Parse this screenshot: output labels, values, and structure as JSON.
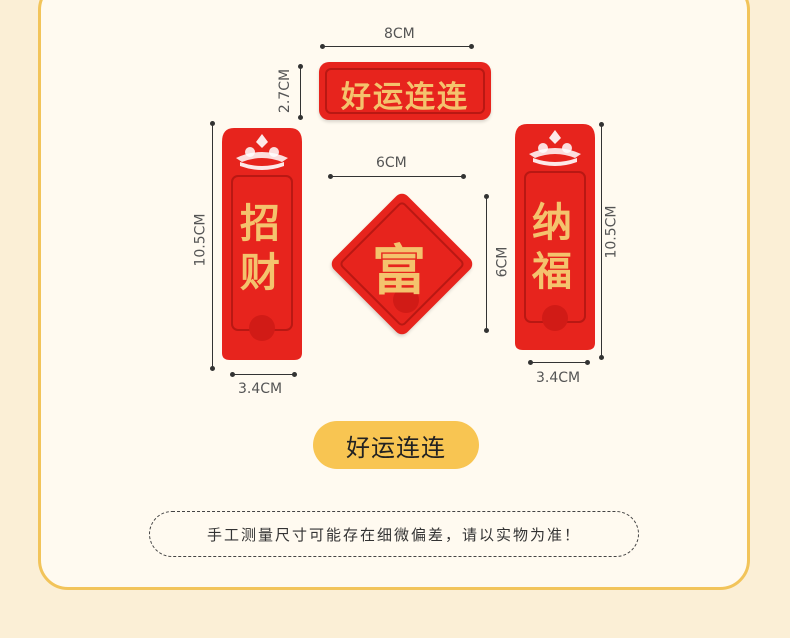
{
  "dimensions": {
    "top_width": "8CM",
    "top_height": "2.7CM",
    "center_width": "6CM",
    "center_height": "6CM",
    "left_height": "10.5CM",
    "left_width": "3.4CM",
    "right_height": "10.5CM",
    "right_width": "3.4CM"
  },
  "plaques": {
    "top_text": "好运连连",
    "left_line1": "招",
    "left_line2": "财",
    "center_text": "富",
    "right_line1": "纳",
    "right_line2": "福"
  },
  "badge_label": "好运连连",
  "note_text": "手工测量尺寸可能存在细微偏差，请以实物为准！",
  "colors": {
    "plaque_red": "#e7241d",
    "gold": "#f4c36d",
    "badge": "#f8c552",
    "border": "#f2c45a"
  }
}
